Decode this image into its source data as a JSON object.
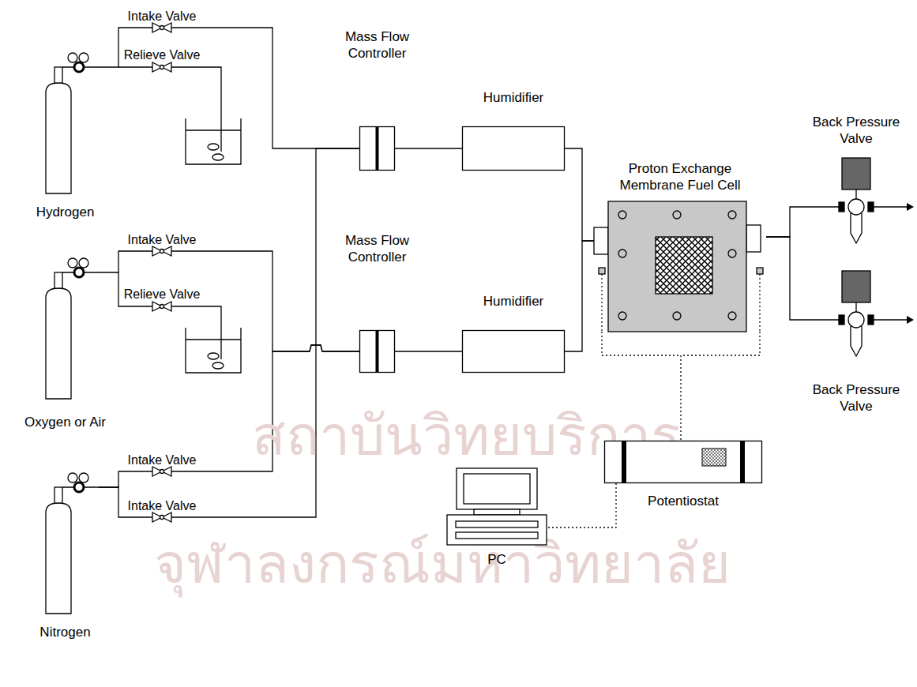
{
  "diagram": {
    "nodes": [
      {
        "text": [
          "Hydrogen"
        ]
      },
      {
        "text": [
          "Oxygen or Air"
        ]
      },
      {
        "text": [
          "Nitrogen"
        ]
      },
      {
        "text": [
          "Mass Flow Controller"
        ]
      },
      {
        "text": [
          "Humidifier"
        ]
      },
      {
        "text": [
          "Mass Flow Controller"
        ]
      },
      {
        "text": [
          "Humidifier"
        ]
      },
      {
        "text": [
          "Proton Exchange Membrane Fuel Cell"
        ]
      },
      {
        "text": [
          "Back Pressure Valve"
        ]
      },
      {
        "text": [
          "Back Pressure Valve"
        ]
      },
      {
        "text": [
          "PC"
        ]
      },
      {
        "text": [
          "Potentiostat"
        ]
      }
    ],
    "edges": [
      {
        "from": 0,
        "to": 3,
        "arrow": "none"
      },
      {
        "from": 1,
        "to": 5,
        "arrow": "none"
      },
      {
        "from": 2,
        "to": 5,
        "arrow": "none"
      },
      {
        "from": 2,
        "to": 3,
        "arrow": "none"
      },
      {
        "from": 3,
        "to": 4,
        "arrow": "none"
      },
      {
        "from": 5,
        "to": 6,
        "arrow": "none"
      },
      {
        "from": 4,
        "to": 7,
        "arrow": "none"
      },
      {
        "from": 6,
        "to": 7,
        "arrow": "none"
      },
      {
        "from": 7,
        "to": 8,
        "arrow": "none"
      },
      {
        "from": 7,
        "to": 9,
        "arrow": "none"
      },
      {
        "from": 7,
        "to": 11,
        "arrow": "none"
      },
      {
        "from": 11,
        "to": 10,
        "arrow": "none"
      }
    ],
    "labels": [
      "Intake Valve",
      "Relieve Valve",
      "Intake Valve",
      "Relieve Valve",
      "Intake Valve",
      "Intake Valve",
      "สถาบันวิทยบริการ",
      "จุฬาลงกรณ์มหาวิทยาลัย"
    ]
  }
}
